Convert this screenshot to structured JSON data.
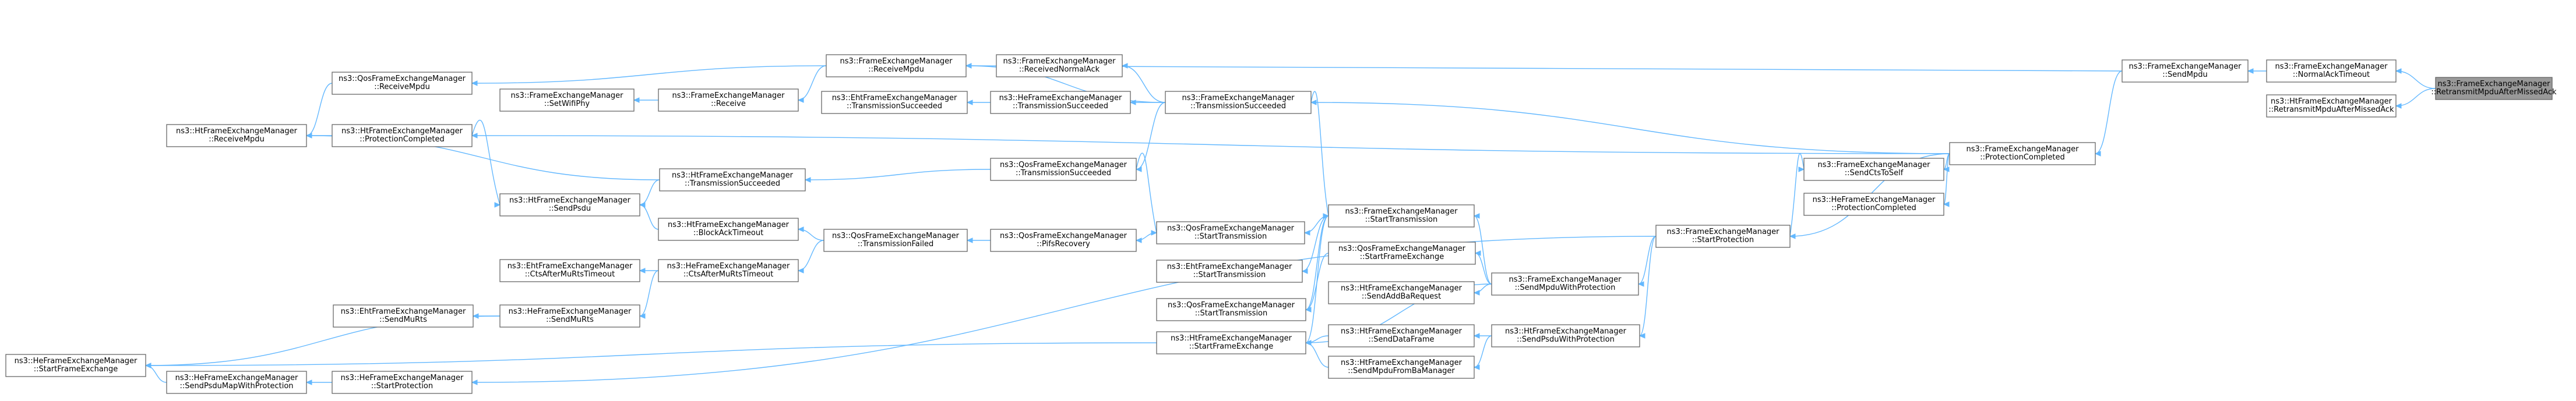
{
  "colors": {
    "edge": "#63b8ff",
    "node_border": "#666666",
    "node_fill": "#ffffff",
    "focus_fill": "#999999",
    "text": "#000000"
  },
  "nodes": [
    {
      "id": "n0",
      "focus": true,
      "l1": "ns3::FrameExchangeManager",
      "l2": "::RetransmitMpduAfterMissedAck"
    },
    {
      "id": "n1",
      "l1": "ns3::FrameExchangeManager",
      "l2": "::NormalAckTimeout"
    },
    {
      "id": "n2",
      "l1": "ns3::HtFrameExchangeManager",
      "l2": "::RetransmitMpduAfterMissedAck"
    },
    {
      "id": "n3",
      "l1": "ns3::FrameExchangeManager",
      "l2": "::SendMpdu"
    },
    {
      "id": "n4",
      "l1": "ns3::FrameExchangeManager",
      "l2": "::ProtectionCompleted"
    },
    {
      "id": "n5",
      "l1": "ns3::FrameExchangeManager",
      "l2": "::ReceiveMpdu"
    },
    {
      "id": "n6",
      "l1": "ns3::FrameExchangeManager",
      "l2": "::TransmissionSucceeded"
    },
    {
      "id": "n7",
      "l1": "ns3::HtFrameExchangeManager",
      "l2": "::ProtectionCompleted"
    },
    {
      "id": "n8",
      "l1": "ns3::FrameExchangeManager",
      "l2": "::SendCtsToSelf"
    },
    {
      "id": "n9",
      "l1": "ns3::HeFrameExchangeManager",
      "l2": "::ProtectionCompleted"
    },
    {
      "id": "n10",
      "l1": "ns3::FrameExchangeManager",
      "l2": "::StartProtection"
    },
    {
      "id": "n11",
      "l1": "ns3::QosFrameExchangeManager",
      "l2": "::ReceiveMpdu"
    },
    {
      "id": "n12",
      "l1": "ns3::HtFrameExchangeManager",
      "l2": "::ReceiveMpdu"
    },
    {
      "id": "n13",
      "l1": "ns3::FrameExchangeManager",
      "l2": "::SetWifiPhy"
    },
    {
      "id": "n14",
      "l1": "ns3::FrameExchangeManager",
      "l2": "::Receive"
    },
    {
      "id": "n15",
      "l1": "ns3::FrameExchangeManager",
      "l2": "::ReceivedNormalAck"
    },
    {
      "id": "n16",
      "l1": "ns3::EhtFrameExchangeManager",
      "l2": "::TransmissionSucceeded"
    },
    {
      "id": "n17",
      "l1": "ns3::HeFrameExchangeManager",
      "l2": "::TransmissionSucceeded"
    },
    {
      "id": "n18",
      "l1": "ns3::QosFrameExchangeManager",
      "l2": "::TransmissionSucceeded"
    },
    {
      "id": "n19",
      "l1": "ns3::HtFrameExchangeManager",
      "l2": "::TransmissionSucceeded"
    },
    {
      "id": "n20",
      "l1": "ns3::HtFrameExchangeManager",
      "l2": "::SendPsdu"
    },
    {
      "id": "n21",
      "l1": "ns3::HtFrameExchangeManager",
      "l2": "::BlockAckTimeout"
    },
    {
      "id": "n22",
      "l1": "ns3::QosFrameExchangeManager",
      "l2": "::TransmissionFailed"
    },
    {
      "id": "n23",
      "l1": "ns3::QosFrameExchangeManager",
      "l2": "::PifsRecovery"
    },
    {
      "id": "n24",
      "l1": "ns3::QosFrameExchangeManager",
      "l2": "::StartTransmission"
    },
    {
      "id": "n25",
      "l1": "ns3::FrameExchangeManager",
      "l2": "::StartTransmission"
    },
    {
      "id": "n26",
      "l1": "ns3::EhtFrameExchangeManager",
      "l2": "::StartTransmission"
    },
    {
      "id": "n27",
      "l1": "ns3::QosFrameExchangeManager",
      "l2": "::StartFrameExchange"
    },
    {
      "id": "n28",
      "l1": "ns3::HtFrameExchangeManager",
      "l2": "::SendAddBaRequest"
    },
    {
      "id": "n29",
      "l1": "ns3::QosFrameExchangeManager",
      "l2": "::StartTransmission"
    },
    {
      "id": "n30",
      "l1": "ns3::FrameExchangeManager",
      "l2": "::SendMpduWithProtection"
    },
    {
      "id": "n31",
      "l1": "ns3::HtFrameExchangeManager",
      "l2": "::StartFrameExchange"
    },
    {
      "id": "n32",
      "l1": "ns3::HtFrameExchangeManager",
      "l2": "::SendDataFrame"
    },
    {
      "id": "n33",
      "l1": "ns3::HtFrameExchangeManager",
      "l2": "::SendPsduWithProtection"
    },
    {
      "id": "n34",
      "l1": "ns3::HtFrameExchangeManager",
      "l2": "::SendMpduFromBaManager"
    },
    {
      "id": "n35",
      "l1": "ns3::EhtFrameExchangeManager",
      "l2": "::CtsAfterMuRtsTimeout"
    },
    {
      "id": "n36",
      "l1": "ns3::HeFrameExchangeManager",
      "l2": "::CtsAfterMuRtsTimeout"
    },
    {
      "id": "n37",
      "l1": "ns3::EhtFrameExchangeManager",
      "l2": "::SendMuRts"
    },
    {
      "id": "n38",
      "l1": "ns3::HeFrameExchangeManager",
      "l2": "::SendMuRts"
    },
    {
      "id": "n39",
      "l1": "ns3::HeFrameExchangeManager",
      "l2": "::StartFrameExchange"
    },
    {
      "id": "n40",
      "l1": "ns3::HeFrameExchangeManager",
      "l2": "::SendPsduMapWithProtection"
    },
    {
      "id": "n41",
      "l1": "ns3::HeFrameExchangeManager",
      "l2": "::StartProtection"
    }
  ]
}
